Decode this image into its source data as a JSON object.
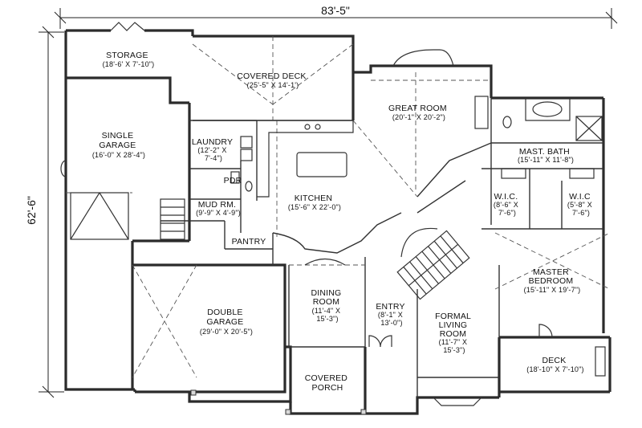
{
  "dimensions": {
    "width": "83'-5\"",
    "depth": "62'-6\""
  },
  "rooms": [
    {
      "id": "storage",
      "lines": [
        "STORAGE",
        "(18'-6' X 7'-10\")"
      ]
    },
    {
      "id": "covered-deck",
      "lines": [
        "COVERED DECK",
        "(25'-5\" X 14'-1')"
      ]
    },
    {
      "id": "great-room",
      "lines": [
        "GREAT ROOM",
        "(20'-1\" X 20'-2\")"
      ]
    },
    {
      "id": "single-garage",
      "lines": [
        "SINGLE",
        "GARAGE",
        "(16'-0\" X 28'-4\")"
      ]
    },
    {
      "id": "laundry",
      "lines": [
        "LAUNDRY",
        "(12'-2\" X",
        "7'-4\")"
      ]
    },
    {
      "id": "pdr",
      "lines": [
        "PDR"
      ]
    },
    {
      "id": "mud-room",
      "lines": [
        "MUD RM.",
        "(9'-9\" X 4'-9\")"
      ]
    },
    {
      "id": "kitchen",
      "lines": [
        "KITCHEN",
        "(15'-6\" X 22'-0\")"
      ]
    },
    {
      "id": "pantry",
      "lines": [
        "PANTRY"
      ]
    },
    {
      "id": "mast-bath",
      "lines": [
        "MAST. BATH",
        "(15'-11\" X 11'-8\")"
      ]
    },
    {
      "id": "wic-1",
      "lines": [
        "W.I.C.",
        "(8'-6\" X",
        "7'-6\")"
      ]
    },
    {
      "id": "wic-2",
      "lines": [
        "W.I.C",
        "(5'-8\" X",
        "7'-6\")"
      ]
    },
    {
      "id": "master-bedroom",
      "lines": [
        "MASTER",
        "BEDROOM",
        "(15'-11\" X 19'-7\")"
      ]
    },
    {
      "id": "double-garage",
      "lines": [
        "DOUBLE",
        "GARAGE",
        "(29'-0\" X 20'-5\")"
      ]
    },
    {
      "id": "dining-room",
      "lines": [
        "DINING",
        "ROOM",
        "(11'-4\" X",
        "15'-3\")"
      ]
    },
    {
      "id": "entry",
      "lines": [
        "ENTRY",
        "(8'-1\" X",
        "13'-0\")"
      ]
    },
    {
      "id": "formal-living-room",
      "lines": [
        "FORMAL",
        "LIVING",
        "ROOM",
        "(11'-7\" X",
        "15'-3\")"
      ]
    },
    {
      "id": "deck",
      "lines": [
        "DECK",
        "(18'-10\" X 7'-10\")"
      ]
    },
    {
      "id": "covered-porch",
      "lines": [
        "COVERED",
        "PORCH"
      ]
    }
  ]
}
